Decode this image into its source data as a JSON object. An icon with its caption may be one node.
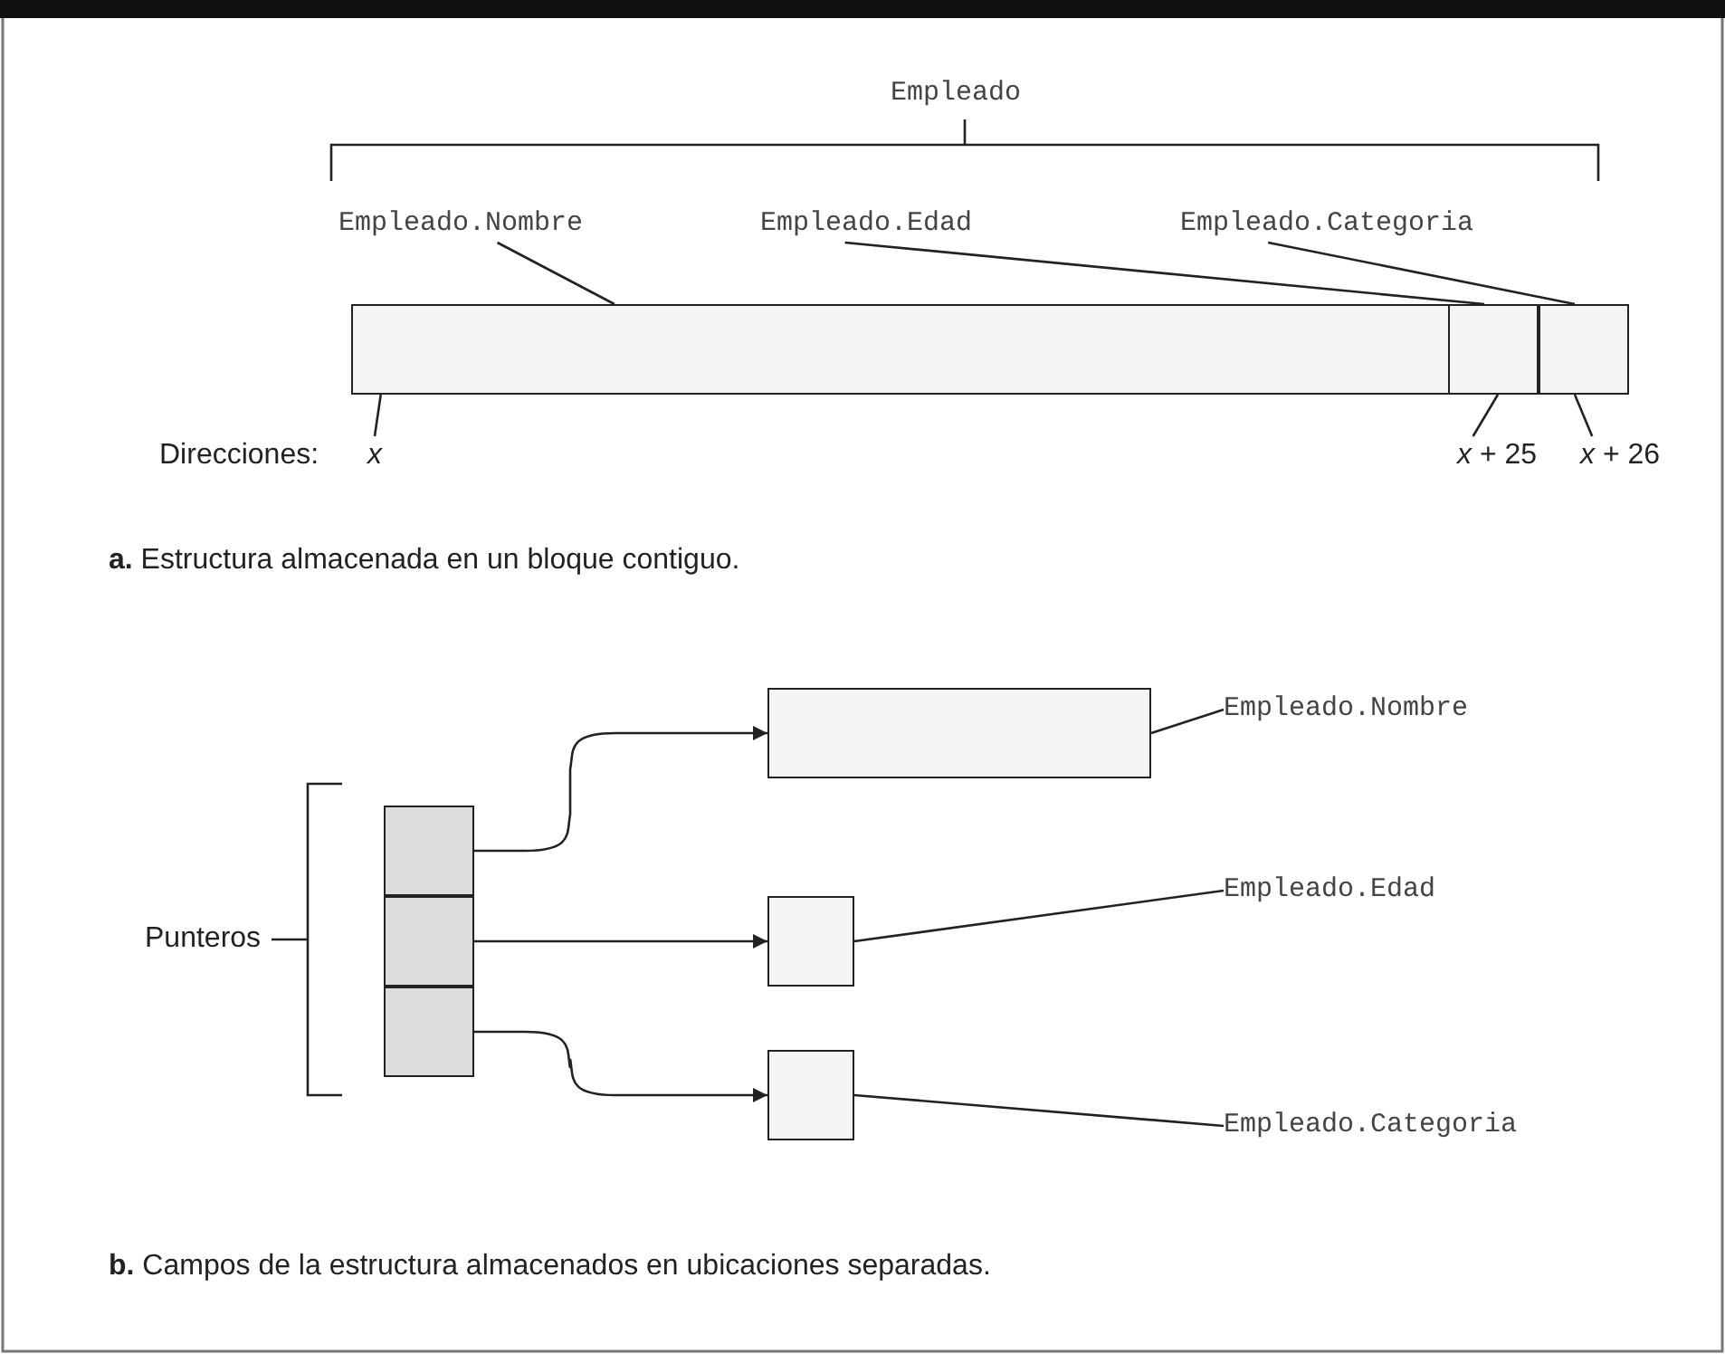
{
  "diagram": {
    "nodes": [
      {
        "text": [
          "Empleado.Nombre"
        ]
      },
      {
        "text": [
          "Empleado.Edad"
        ]
      },
      {
        "text": [
          "Empleado.Categoria"
        ]
      },
      {
        "text": [],
        "shape": "box"
      },
      {
        "text": [],
        "shape": "box"
      },
      {
        "text": [],
        "shape": "box"
      },
      {
        "text": [
          "*x*"
        ]
      },
      {
        "text": [
          "*x* + 25"
        ]
      },
      {
        "text": [
          "*x* + 26"
        ]
      },
      {
        "text": [],
        "shape": "box"
      },
      {
        "text": [],
        "shape": "box"
      },
      {
        "text": [],
        "shape": "box"
      },
      {
        "text": [],
        "shape": "box"
      },
      {
        "text": [],
        "shape": "box"
      },
      {
        "text": [],
        "shape": "box"
      },
      {
        "text": [
          "Empleado.Nombre"
        ]
      },
      {
        "text": [
          "Empleado.Edad"
        ]
      },
      {
        "text": [
          "Empleado.Categoria"
        ]
      }
    ],
    "edges": [
      {
        "from": 0,
        "to": 3,
        "arrow": "none"
      },
      {
        "from": 1,
        "to": 4,
        "arrow": "none"
      },
      {
        "from": 2,
        "to": 5,
        "arrow": "none"
      },
      {
        "from": 6,
        "to": 3,
        "arrow": "none"
      },
      {
        "from": 7,
        "to": 4,
        "arrow": "none"
      },
      {
        "from": 8,
        "to": 5,
        "arrow": "none"
      },
      {
        "from": 9,
        "to": 12,
        "arrow": "to"
      },
      {
        "from": 10,
        "to": 13,
        "arrow": "to"
      },
      {
        "from": 11,
        "to": 14,
        "arrow": "to"
      },
      {
        "from": 15,
        "to": 12,
        "arrow": "none"
      },
      {
        "from": 16,
        "to": 13,
        "arrow": "none"
      },
      {
        "from": 17,
        "to": 14,
        "arrow": "none"
      }
    ],
    "labels": [
      "Empleado",
      "Direcciones:",
      "**a.** Estructura almacenada en un bloque contiguo.",
      "Punteros",
      "**b.** Campos de la estructura almacenados en ubicaciones separadas."
    ]
  }
}
